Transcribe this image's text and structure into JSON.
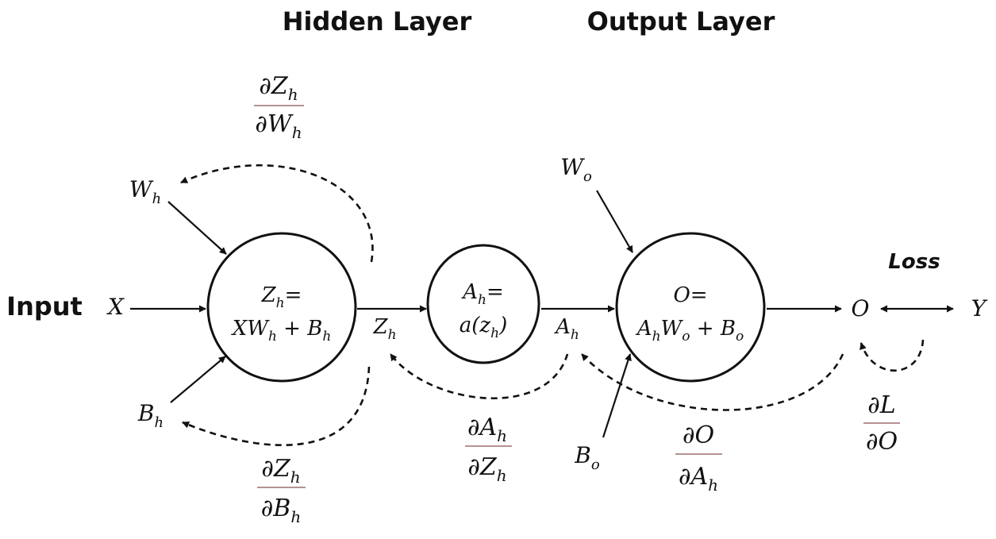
{
  "headers": {
    "hidden": "Hidden Layer",
    "output": "Output Layer",
    "input": "Input",
    "loss": "Loss"
  },
  "nodes": {
    "hidden_linear": {
      "line1": "Z_h=",
      "line2": "XW_h + B_h"
    },
    "activation": {
      "line1": "A_h=",
      "line2": "a(z_h)"
    },
    "output_linear": {
      "line1": "O=",
      "line2": "A_hW_o + B_o"
    }
  },
  "labels": {
    "x": "X",
    "w_h": "W_h",
    "b_h": "B_h",
    "z_h": "Z_h",
    "a_h": "A_h",
    "w_o": "W_o",
    "b_o": "B_o",
    "o": "O",
    "y": "Y"
  },
  "gradients": {
    "dz_dw": {
      "num": "∂Z_h",
      "den": "∂W_h"
    },
    "dz_db": {
      "num": "∂Z_h",
      "den": "∂B_h"
    },
    "da_dz": {
      "num": "∂A_h",
      "den": "∂Z_h"
    },
    "do_da": {
      "num": "∂O",
      "den": "∂A_h"
    },
    "dl_do": {
      "num": "∂L",
      "den": "∂O"
    }
  },
  "colors": {
    "ink": "#111111",
    "fraction_bar": "#9b6f6f",
    "background": "#ffffff"
  }
}
